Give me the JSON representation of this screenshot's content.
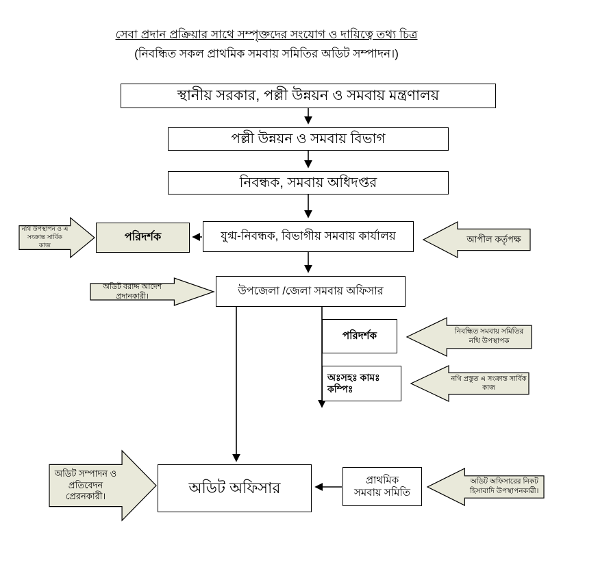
{
  "page": {
    "title": "সেবা প্রদান প্রক্রিয়ার সাথে সম্পৃক্তদের সংযোগ ও দায়িত্বে তথ্য চিত্র",
    "subtitle": "(নিবন্ধিত সকল প্রাথমিক সমবায় সমিতির অডিট সম্পাদন।)"
  },
  "colors": {
    "box_fill": "#ffffff",
    "shaded_fill": "#e9e9da",
    "border": "#000000"
  },
  "nodes": {
    "ministry": "স্থানীয় সরকার, পল্লী উন্নয়ন ও সমবায় মন্ত্রণালয়",
    "division": "পল্লী উন্নয়ন ও  সমবায় বিভাগ",
    "registrar": "নিবন্ধক, সমবায় অধিদপ্তর",
    "joint_registrar": "যুগ্ম-নিবন্ধক, বিভাগীয় সমবায় কার্যালয়",
    "inspector_left": "পরিদর্শক",
    "upazila_officer": "উপজেলা /জেলা সমবায় অফিসার",
    "inspector_right": "পরিদর্শক",
    "assistant_line1": "অঃসহঃ কামঃ",
    "assistant_line2": "কম্পিঃ",
    "audit_officer": "অডিট অফিসার",
    "primary_society_line1": "প্রাথমিক",
    "primary_society_line2": "সমবায় সমিতি"
  },
  "callouts": {
    "file_presentation": "নথি উপস্থাপন ও এ সংক্রান্ত সার্বিক কাজ",
    "appeal_authority": "আপীল কর্তৃপক্ষ",
    "audit_allocation": "অডিট বরাদ্দ আদেশ প্রদানকারী।",
    "registered_society_files": "নিবন্ধিত সমবায় সমিতির নথি উপস্থাপক",
    "file_preparation": "নথি প্রস্তুত এ সংক্রান্ত সার্বিক কাজ",
    "audit_report": "অডিট সম্পাদন ও প্রতিবেদন প্রেরনকারী।",
    "accounts_presentation": "অডিট অফিসারের নিকট হিসাবাদি উপস্থাপনকারী।"
  }
}
